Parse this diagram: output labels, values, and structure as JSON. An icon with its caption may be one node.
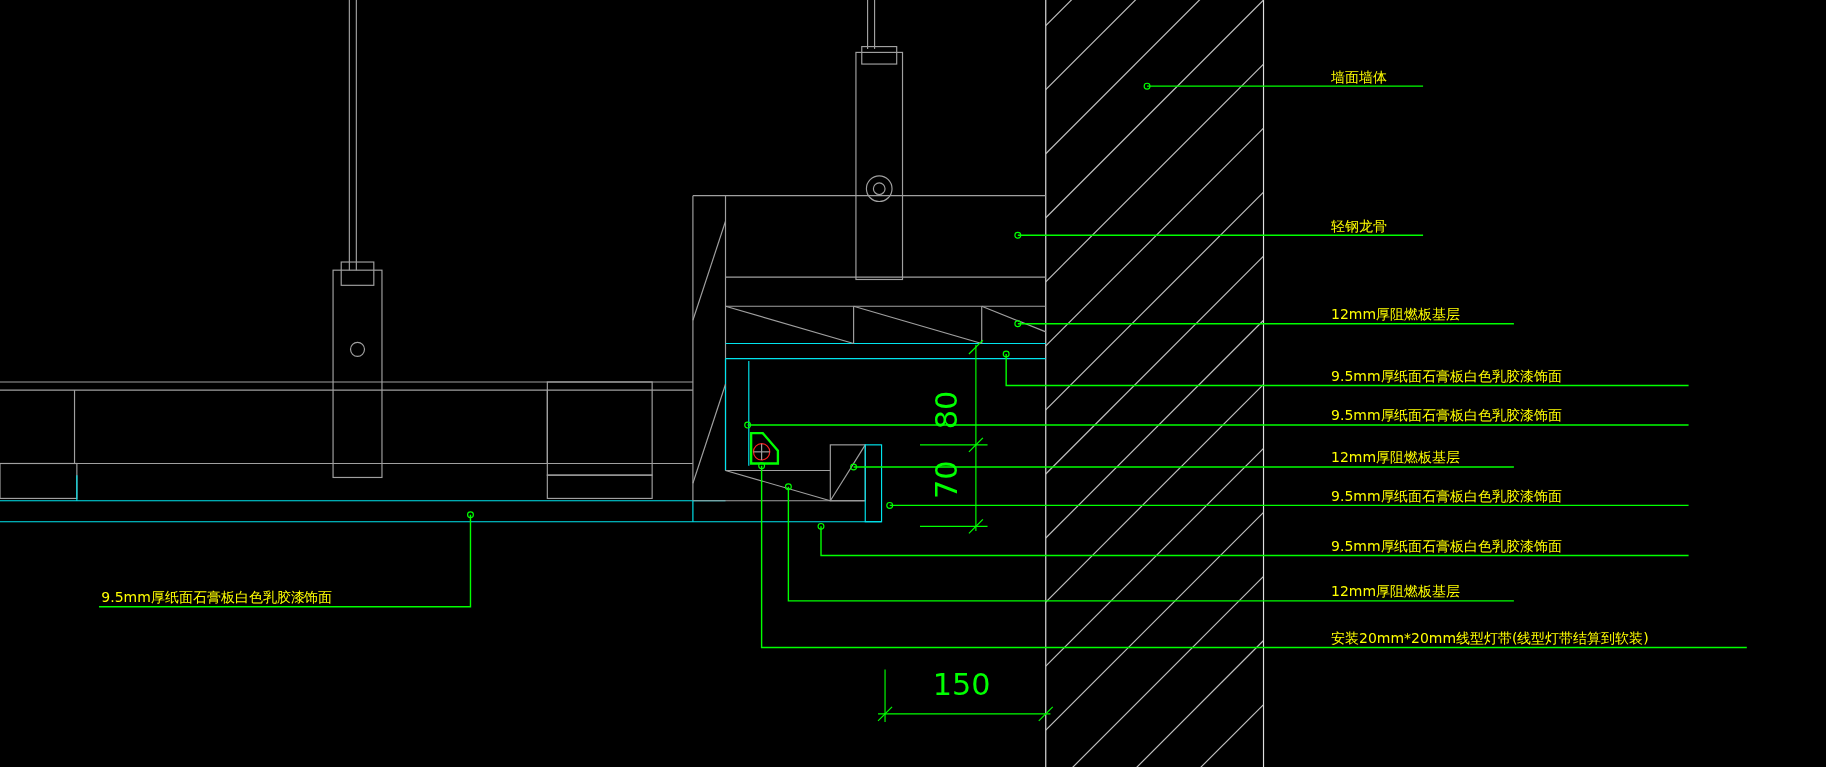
{
  "diagram": {
    "nodes": [
      {
        "text": [
          "墙面墙体"
        ]
      },
      {
        "text": [
          "轻钢龙骨"
        ]
      },
      {
        "text": [
          "12mm厚阻燃板基层"
        ]
      },
      {
        "text": [
          "9.5mm厚纸面石膏板白色乳胶漆饰面"
        ]
      },
      {
        "text": [
          "9.5mm厚纸面石膏板白色乳胶漆饰面"
        ]
      },
      {
        "text": [
          "12mm厚阻燃板基层"
        ]
      },
      {
        "text": [
          "9.5mm厚纸面石膏板白色乳胶漆饰面"
        ]
      },
      {
        "text": [
          "9.5mm厚纸面石膏板白色乳胶漆饰面"
        ]
      },
      {
        "text": [
          "12mm厚阻燃板基层"
        ]
      },
      {
        "text": [
          "安装20mm*20mm线型灯带(线型灯带结算到软装)"
        ]
      },
      {
        "text": [
          "9.5mm厚纸面石膏板白色乳胶漆饰面"
        ]
      }
    ],
    "edges": [
      {
        "from": 0,
        "to": null,
        "arrow": "other"
      },
      {
        "from": 1,
        "to": null,
        "arrow": "other"
      },
      {
        "from": 2,
        "to": null,
        "arrow": "other"
      },
      {
        "from": 3,
        "to": null,
        "arrow": "other"
      },
      {
        "from": 4,
        "to": null,
        "arrow": "other"
      },
      {
        "from": 5,
        "to": null,
        "arrow": "other"
      },
      {
        "from": 6,
        "to": null,
        "arrow": "other"
      },
      {
        "from": 7,
        "to": null,
        "arrow": "other"
      },
      {
        "from": 8,
        "to": null,
        "arrow": "other"
      },
      {
        "from": 9,
        "to": null,
        "arrow": "other"
      },
      {
        "from": 10,
        "to": null,
        "arrow": "other"
      }
    ],
    "labels": [
      "80",
      "70",
      "150"
    ]
  }
}
